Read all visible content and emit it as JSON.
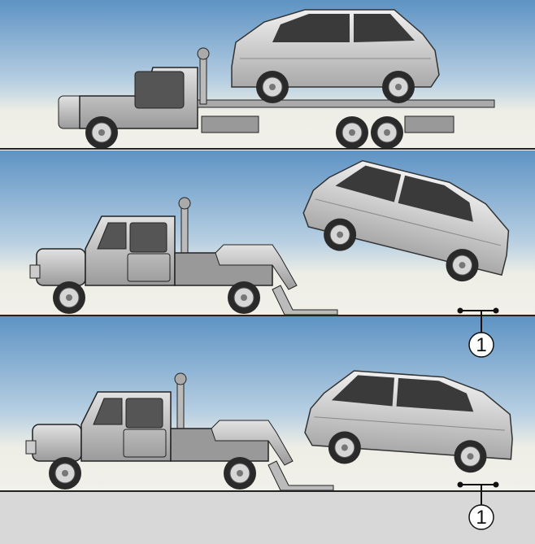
{
  "panels": [
    {
      "method": "flatbed"
    },
    {
      "method": "wheel-lift-front",
      "callout": "1"
    },
    {
      "method": "wheel-lift-front-dolly",
      "callout": "1"
    }
  ],
  "colors": {
    "sky_top": "#5e93c4",
    "sky_bottom": "#eeeee6",
    "ground": "#d8d8d8",
    "body": "#c8c8c8",
    "tire": "#2a2a2a"
  }
}
